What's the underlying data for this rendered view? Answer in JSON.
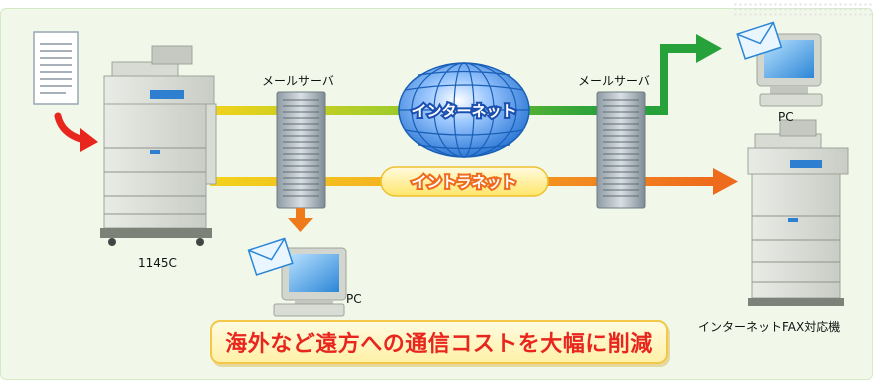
{
  "labels": {
    "mail_server_left": "メールサーバ",
    "mail_server_right": "メールサーバ",
    "internet": "インターネット",
    "intranet": "イントラネット",
    "pc_right": "PC",
    "pc_bottom": "PC",
    "mfp_left": "1145C",
    "fax_right": "インターネットFAX対応機"
  },
  "banner": {
    "text": "海外など遠方への通信コストを大幅に削減"
  },
  "colors": {
    "arrow_red": "#e8261d",
    "internet_line": "#27a13a",
    "intranet_line": "#ee7a1c",
    "yellow_line": "#f2d31b",
    "globe_blue": "#1f6fd1",
    "banner_text": "#e8261d"
  }
}
